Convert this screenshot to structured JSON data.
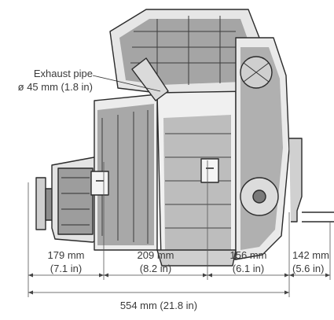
{
  "colors": {
    "ink": "#2b2b2b",
    "shade": "#9a9a9a",
    "light": "#d9d9d9",
    "text": "#3a3a3a"
  },
  "exhaust": {
    "line1": "Exhaust pipe",
    "line2": "ø 45 mm (1.8 in)"
  },
  "dimensions": [
    {
      "id": "d179",
      "mm": "179 mm",
      "in": "(7.1 in)"
    },
    {
      "id": "d209",
      "mm": "209 mm",
      "in": "(8.2 in)"
    },
    {
      "id": "d156",
      "mm": "156 mm",
      "in": "(6.1 in)"
    },
    {
      "id": "d142",
      "mm": "142 mm",
      "in": "(5.6 in)"
    }
  ],
  "overall": {
    "label": "554 mm (21.8  in)"
  }
}
